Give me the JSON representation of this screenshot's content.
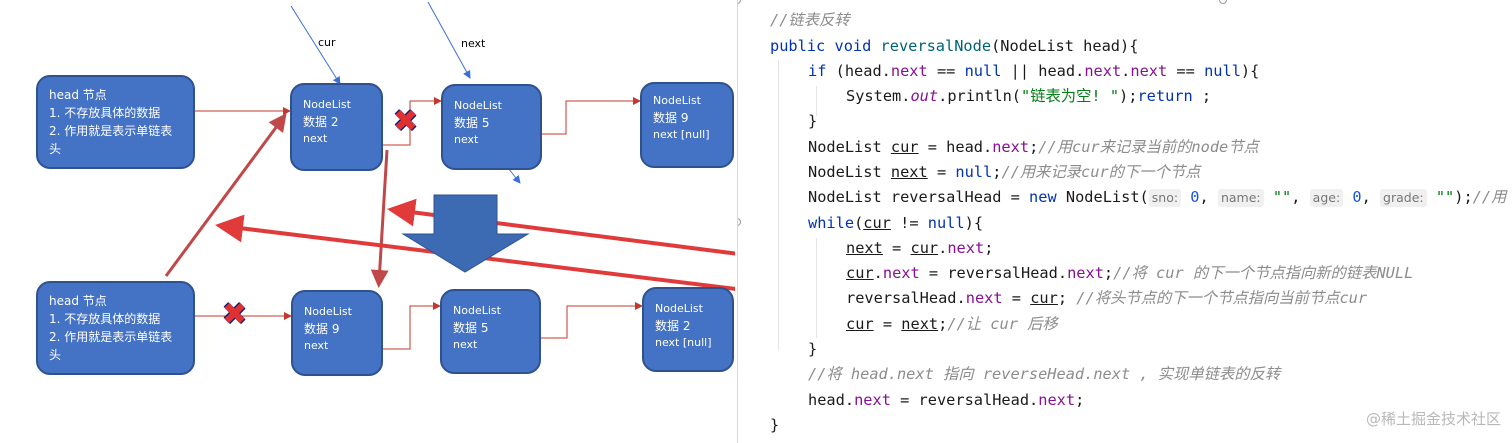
{
  "diagram": {
    "labels": {
      "cur": "cur",
      "next": "next"
    },
    "top_row": {
      "head": {
        "title": "head 节点",
        "line1": "1. 不存放具体的数据",
        "line2": "2. 作用就是表示单链表",
        "line3": "头"
      },
      "nodes": [
        {
          "title": "NodeList",
          "data": "数据 2",
          "ptr": "next"
        },
        {
          "title": "NodeList",
          "data": "数据 5",
          "ptr": "next"
        },
        {
          "title": "NodeList",
          "data": "数据 9",
          "ptr": "next [null]"
        }
      ]
    },
    "bottom_row": {
      "head": {
        "title": "head 节点",
        "line1": "1. 不存放具体的数据",
        "line2": "2. 作用就是表示单链表",
        "line3": "头"
      },
      "nodes": [
        {
          "title": "NodeList",
          "data": "数据 9",
          "ptr": "next"
        },
        {
          "title": "NodeList",
          "data": "数据 5",
          "ptr": "next"
        },
        {
          "title": "NodeList",
          "data": "数据 2",
          "ptr": "next [null]"
        }
      ]
    },
    "colors": {
      "node_fill": "#4472c4",
      "node_border": "#2f528f",
      "red_arrow": "#e83a3a",
      "thin_arrow": "#c0392b",
      "blue_pointer": "#3a6fd8",
      "big_arrow": "#3d6bb3"
    }
  },
  "code": {
    "comment1": "//链表反转",
    "sig_public": "public",
    "sig_void": "void",
    "sig_name": "reversalNode",
    "sig_rest": "(NodeList head){",
    "if_kw": "if",
    "if_a": " (head.",
    "if_next1": "next",
    "if_b": " == ",
    "if_null1": "null",
    "if_c": " || head.",
    "if_next2": "next",
    "if_dot": ".",
    "if_next3": "next",
    "if_d": " == ",
    "if_null2": "null",
    "if_e": "){",
    "println_a": "System.",
    "println_out": "out",
    "println_b": ".println(",
    "println_str": "\"链表为空! \"",
    "println_c": ");",
    "return_kw": "return",
    "return_end": " ;",
    "close1": "}",
    "cur_decl_a": "NodeList ",
    "cur_var": "cur",
    "cur_decl_b": " = head.",
    "cur_decl_next": "next",
    "cur_decl_c": ";",
    "cur_comment": "//用cur来记录当前的node节点",
    "next_decl_a": "NodeList ",
    "next_var": "next",
    "next_decl_b": " = ",
    "next_null": "null",
    "next_decl_c": ";",
    "next_comment": "//用来记录cur的下一个节点",
    "rh_decl_a": "NodeList reversalHead = ",
    "rh_new": "new",
    "rh_decl_b": " NodeList(",
    "hint_sno": "sno:",
    "val_sno": "0",
    "hint_name": "name:",
    "val_name": "\"\"",
    "hint_age": "age:",
    "val_age": "0",
    "hint_grade": "grade:",
    "val_grade": "\"\"",
    "rh_end": ");",
    "rh_comment": "//用",
    "while_kw": "while",
    "while_a": "(",
    "while_cur": "cur",
    "while_b": " != ",
    "while_null": "null",
    "while_c": "){",
    "l1_next": "next",
    "l1_a": " = ",
    "l1_cur": "cur",
    "l1_dot": ".",
    "l1_fnext": "next",
    "l1_end": ";",
    "l2_cur": "cur",
    "l2_dot": ".",
    "l2_fnext": "next",
    "l2_a": " = reversalHead.",
    "l2_fnext2": "next",
    "l2_end": ";",
    "l2_comment": "//将 cur 的下一个节点指向新的链表NULL",
    "l3_a": "reversalHead.",
    "l3_fnext": "next",
    "l3_b": " = ",
    "l3_cur": "cur",
    "l3_end": "; ",
    "l3_comment": "//将头节点的下一个节点指向当前节点cur",
    "l4_cur": "cur",
    "l4_a": " = ",
    "l4_next": "next",
    "l4_end": ";",
    "l4_comment": "//让 cur 后移",
    "close2": "}",
    "comment_final": "//将 head.next 指向 reverseHead.next , 实现单链表的反转",
    "final_a": "head.",
    "final_next1": "next",
    "final_b": " = reversalHead.",
    "final_next2": "next",
    "final_end": ";",
    "close3": "}"
  },
  "watermark": "@稀土掘金技术社区"
}
